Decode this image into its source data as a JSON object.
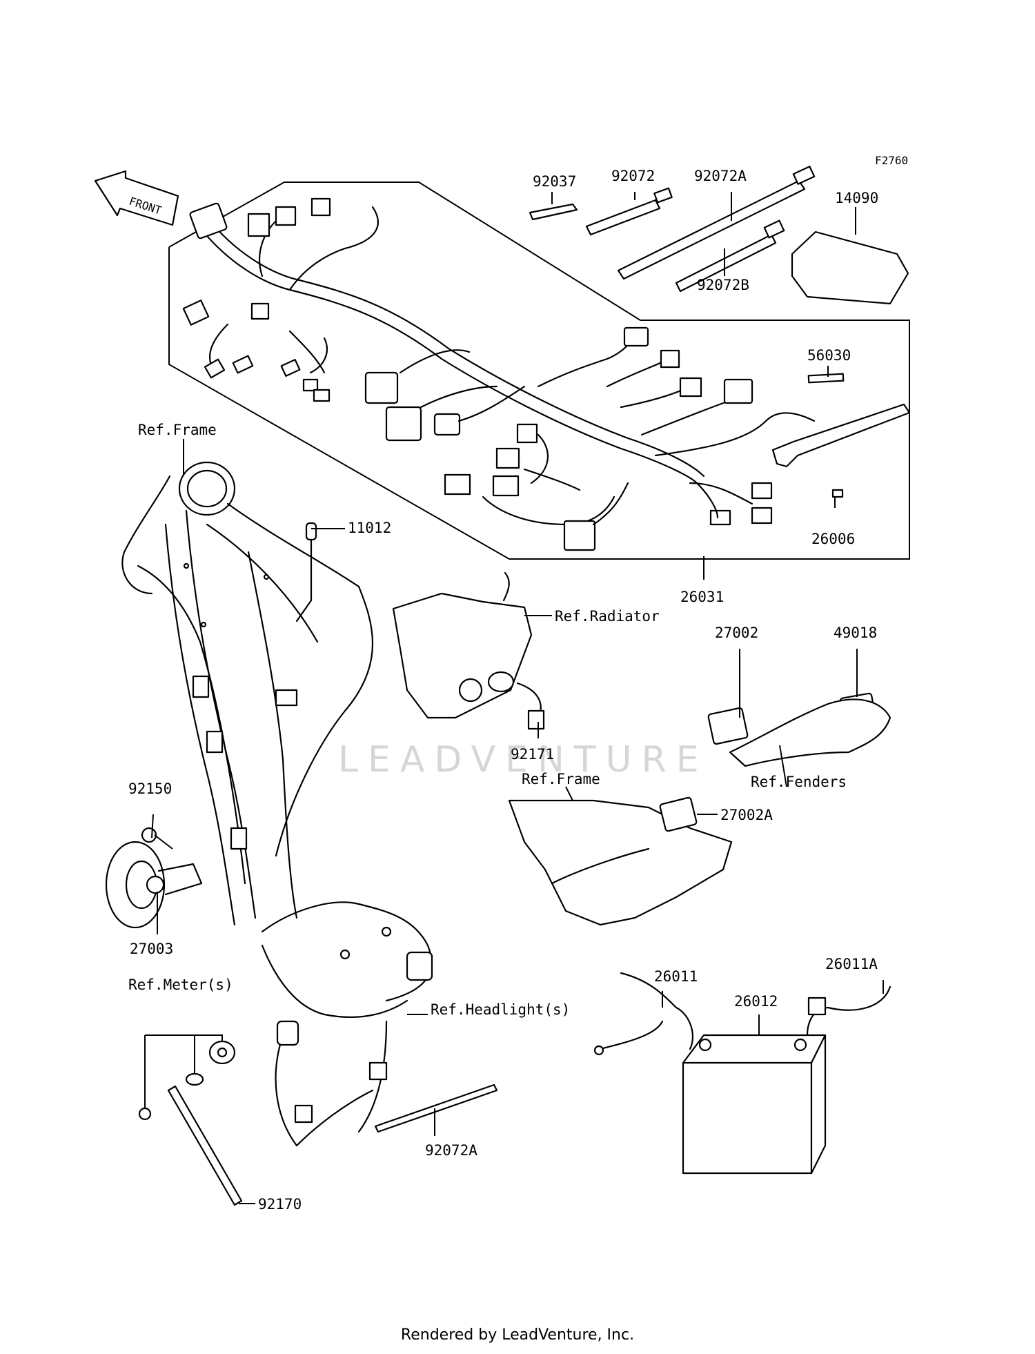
{
  "diagram_code": "F2760",
  "front_label": "FRONT",
  "watermark": "LEADVENTURE",
  "footer": "Rendered by LeadVenture, Inc.",
  "parts": {
    "p92037": "92037",
    "p92072": "92072",
    "p92072A_top": "92072A",
    "p14090": "14090",
    "p92072B": "92072B",
    "p56030": "56030",
    "p26006": "26006",
    "p26031": "26031",
    "p11012": "11012",
    "p27002": "27002",
    "p49018": "49018",
    "p92171": "92171",
    "p27002A": "27002A",
    "p92150": "92150",
    "p27003": "27003",
    "p26011": "26011",
    "p26011A": "26011A",
    "p26012": "26012",
    "p92072A_bottom": "92072A",
    "p92170": "92170"
  },
  "refs": {
    "frame_top": "Ref.Frame",
    "radiator": "Ref.Radiator",
    "fenders": "Ref.Fenders",
    "frame_mid": "Ref.Frame",
    "meter": "Ref.Meter(s)",
    "headlight": "Ref.Headlight(s)"
  }
}
